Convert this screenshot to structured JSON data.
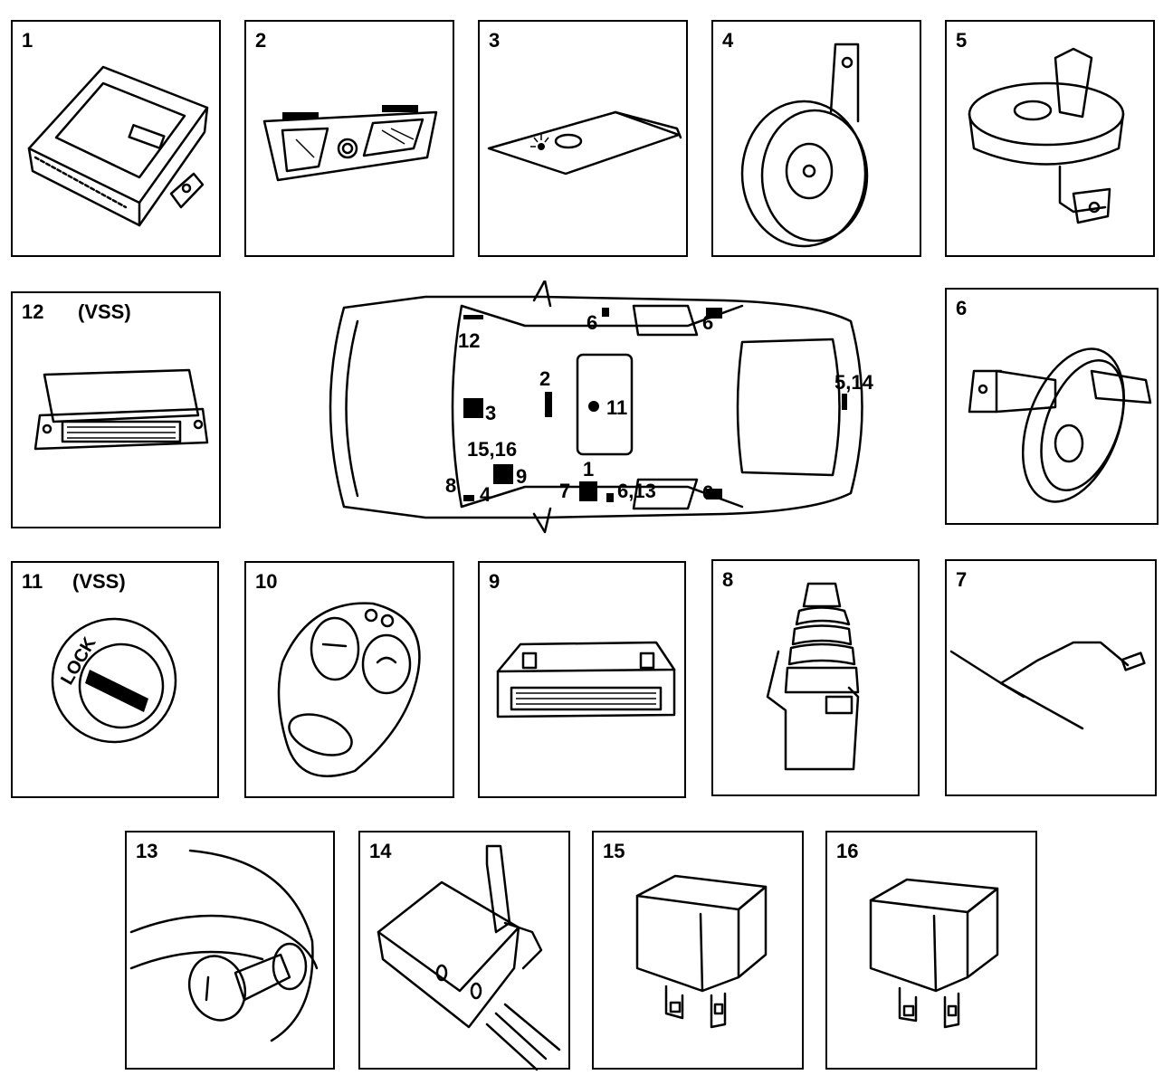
{
  "panels": {
    "p1": {
      "num": "1"
    },
    "p2": {
      "num": "2"
    },
    "p3": {
      "num": "3"
    },
    "p4": {
      "num": "4"
    },
    "p5": {
      "num": "5"
    },
    "p12": {
      "num": "12",
      "tag": "(VSS)"
    },
    "p6": {
      "num": "6"
    },
    "p11": {
      "num": "11",
      "tag": "(VSS)",
      "lock_text": "LOCK"
    },
    "p10": {
      "num": "10"
    },
    "p9": {
      "num": "9"
    },
    "p8": {
      "num": "8"
    },
    "p7": {
      "num": "7"
    },
    "p13": {
      "num": "13"
    },
    "p14": {
      "num": "14"
    },
    "p15": {
      "num": "15"
    },
    "p16": {
      "num": "16"
    }
  },
  "car": {
    "labels": {
      "l12": "12",
      "l6top": "6",
      "l6topright": "6",
      "l2": "2",
      "l3": "3",
      "l11": "11",
      "l514": "5,14",
      "l1516": "15,16",
      "l9": "9",
      "l1": "1",
      "l8": "8",
      "l4": "4",
      "l7": "7",
      "l613": "6,13",
      "l6bottomright": "6"
    }
  }
}
